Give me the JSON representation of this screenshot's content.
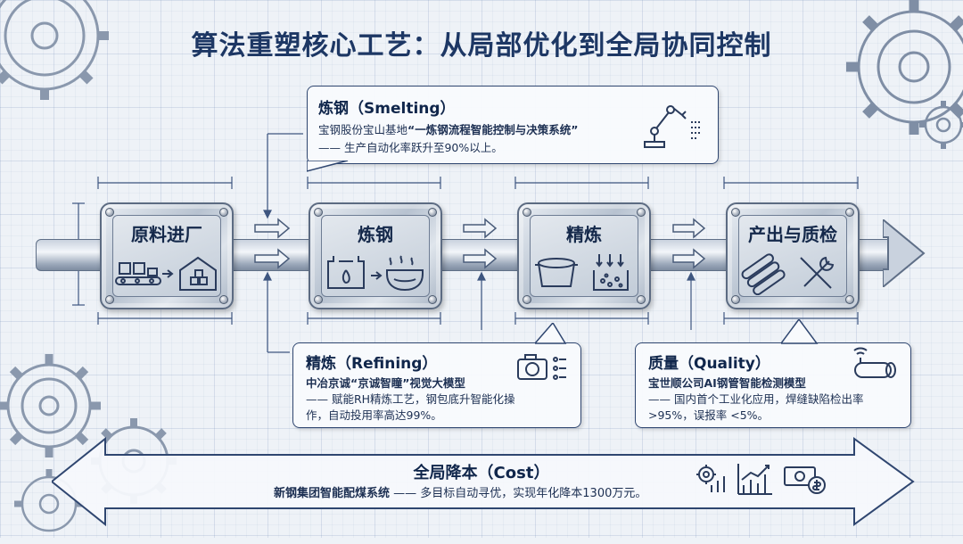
{
  "title": "算法重塑核心工艺：从局部优化到全局协同控制",
  "stages": [
    {
      "label": "原料进厂",
      "icon": "conveyor-warehouse-icon"
    },
    {
      "label": "炼钢",
      "icon": "furnace-ladle-icon"
    },
    {
      "label": "精炼",
      "icon": "refining-bucket-icon"
    },
    {
      "label": "产出与质检",
      "icon": "steel-tools-icon"
    }
  ],
  "smelting": {
    "title": "炼钢（Smelting）",
    "line1_prefix": "宝钢股份宝山基地",
    "line1_highlight": "“一炼钢流程智能控制与决策系统”",
    "line2": "—— 生产自动化率跃升至90%以上。",
    "icon": "robot-arm-icon"
  },
  "refining": {
    "title": "精炼（Refining）",
    "line1": "中冶京诚“京诚智瞳”视觉大模型",
    "line2": "—— 赋能RH精炼工艺，钢包底升智能化操",
    "line3": "作，自动投用率高达99%。",
    "icon": "camera-icon"
  },
  "quality": {
    "title": "质量（Quality）",
    "line1": "宝世顺公司AI钢管智能检测模型",
    "line2": "—— 国内首个工业化应用，焊缝缺陷检出率",
    "line3": ">95%，误报率 <5%。",
    "icon": "pipe-scan-icon"
  },
  "cost": {
    "title": "全局降本（Cost）",
    "prefix": "新钢集团智能配煤系统",
    "desc": " —— 多目标自动寻优，实现年化降本1300万元。",
    "icons": [
      "gear-chart-icon",
      "growth-chart-icon",
      "money-icon"
    ]
  },
  "colors": {
    "primary": "#1d3764",
    "metal": "#b7c2d0",
    "accent": "#2f4670"
  }
}
